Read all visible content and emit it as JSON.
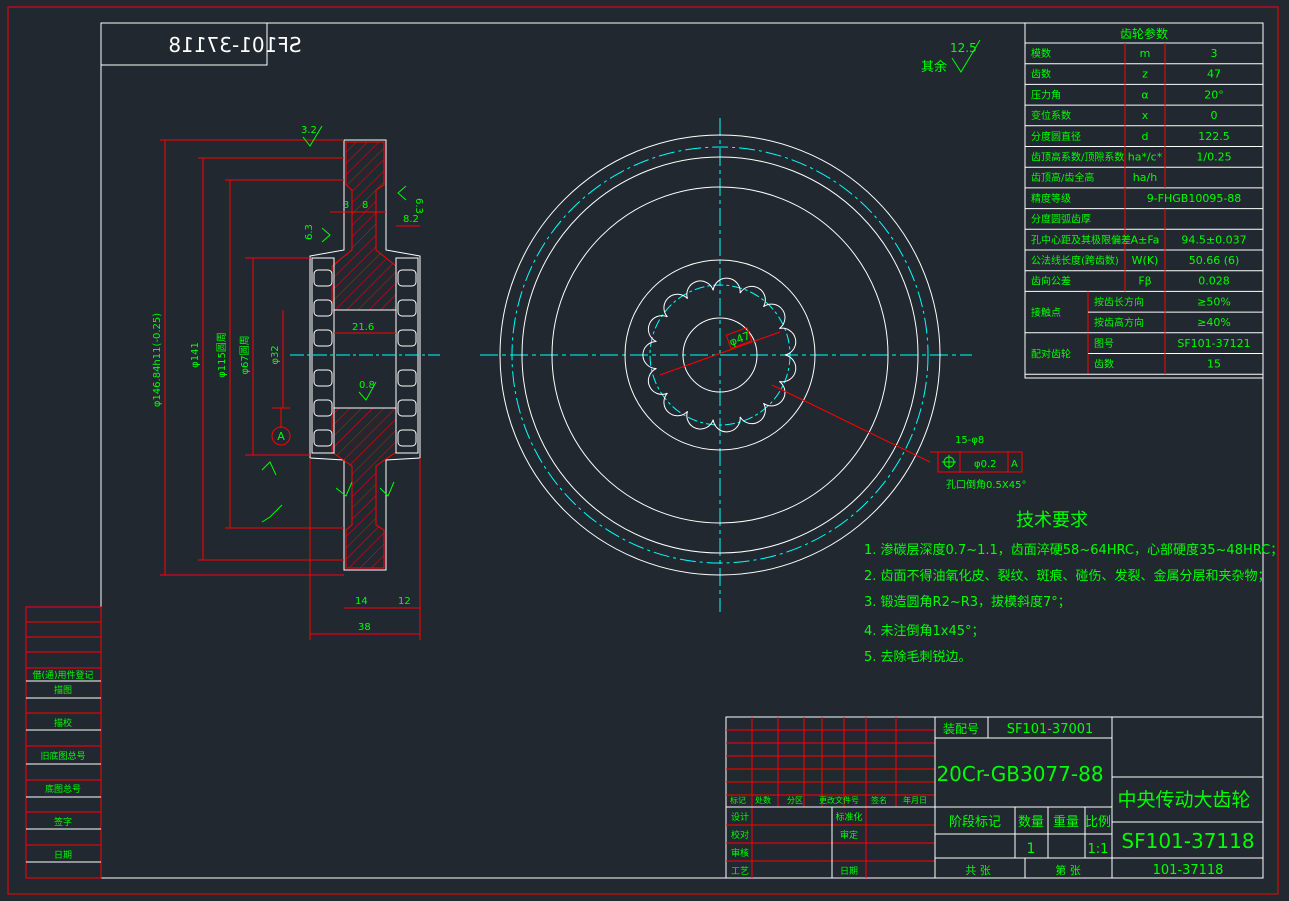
{
  "drawing_number_mirrored": "SF101-37118",
  "roughness": {
    "value": "12.5",
    "label": "其余"
  },
  "param_table": {
    "title": "齿轮参数",
    "rows": [
      {
        "name": "模数",
        "sym": "m",
        "val": "3"
      },
      {
        "name": "齿数",
        "sym": "z",
        "val": "47"
      },
      {
        "name": "压力角",
        "sym": "α",
        "val": "20°"
      },
      {
        "name": "变位系数",
        "sym": "x",
        "val": "0"
      },
      {
        "name": "分度圆直径",
        "sym": "d",
        "val": "122.5"
      },
      {
        "name": "齿顶高系数/顶隙系数",
        "sym": "ha*/c*",
        "val": "1/0.25"
      },
      {
        "name": "齿顶高/齿全高",
        "sym": "ha/h",
        "val": ""
      },
      {
        "name": "精度等级",
        "sym": "",
        "val": "9-FHGB10095-88"
      },
      {
        "name": "分度圆弧齿厚",
        "sym": "",
        "val": ""
      },
      {
        "name": "孔中心距及其极限偏差",
        "sym": "A±Fa",
        "val": "94.5±0.037"
      },
      {
        "name": "公法线长度(跨齿数)",
        "sym": "W(K)",
        "val": "50.66 (6)"
      },
      {
        "name": "齿向公差",
        "sym": "Fβ",
        "val": "0.028"
      }
    ],
    "contact": {
      "label": "接触点",
      "r1_name": "按齿长方向",
      "r1_val": "≥50%",
      "r2_name": "按齿高方向",
      "r2_val": "≥40%"
    },
    "mating": {
      "label": "配对齿轮",
      "r1_name": "图号",
      "r1_val": "SF101-37121",
      "r2_name": "齿数",
      "r2_val": "15"
    }
  },
  "tech": {
    "title": "技术要求",
    "items": [
      "1. 渗碳层深度0.7~1.1，齿面淬硬58~64HRC，心部硬度35~48HRC；",
      "2. 齿面不得油氧化皮、裂纹、斑痕、碰伤、发裂、金属分层和夹杂物；",
      "3. 锻造圆角R2~R3，拔模斜度7°；",
      "4. 未注倒角1x45°；",
      "5. 去除毛刺锐边。"
    ]
  },
  "section_dims": {
    "d1": "φ146.84h11(-0.25)",
    "d2": "φ141",
    "d3": "φ115圆周",
    "d4": "φ67圆周",
    "d5": "φ32",
    "w1": "21.6",
    "w2": "14",
    "w3": "12",
    "w4": "38",
    "w5": "3",
    "w6": "8",
    "w7": "8.2",
    "r1": "3.2",
    "r2": "6.3",
    "r3": "6.3",
    "r4": "0.8",
    "datum": "A"
  },
  "front_dims": {
    "bore": "φ47",
    "holes": "15-φ8",
    "tol_val": "φ0.2",
    "tol_datum": "A",
    "chamfer": "孔口倒角0.5X45°"
  },
  "title_block": {
    "assy_label": "装配号",
    "assy_no": "SF101-37001",
    "material": "20Cr-GB3077-88",
    "name": "中央传动大齿轮",
    "drawing_no": "SF101-37118",
    "drawing_no_small": "101-37118",
    "stage_label": "阶段标记",
    "qty_label": "数量",
    "weight_label": "重量",
    "scale_label": "比例",
    "qty": "1",
    "scale": "1:1",
    "sheets_label": "共    张",
    "sheet_label": "第    张",
    "rev_headers": [
      "标记",
      "处数",
      "分区",
      "更改文件号",
      "签名",
      "年月日"
    ],
    "sign_rows": [
      "设计",
      "校对",
      "审核",
      "工艺"
    ],
    "sign_rows2": [
      "标准化",
      "审定",
      "",
      "日期"
    ]
  },
  "left_strip": [
    "借(通)用件登记",
    "描图",
    "描校",
    "旧底图总号",
    "底图总号",
    "签字",
    "日期"
  ]
}
